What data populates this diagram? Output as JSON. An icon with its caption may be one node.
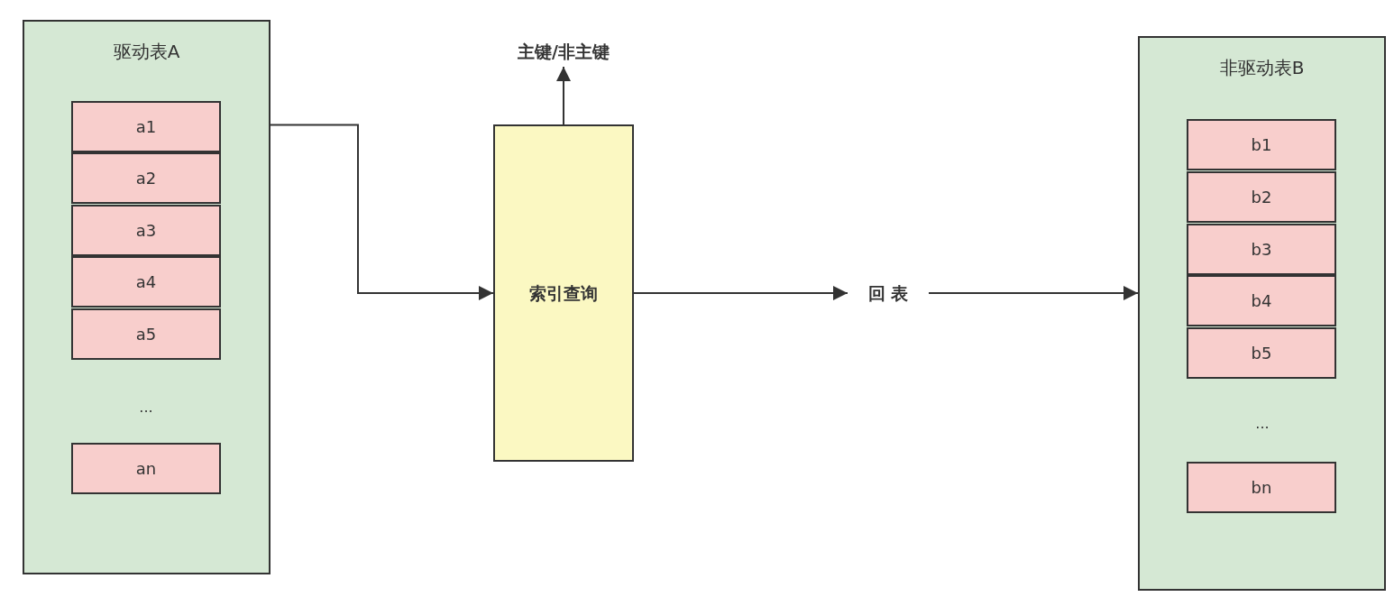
{
  "diagram": {
    "nodes": [
      {
        "text": [
          "驱动表A"
        ]
      },
      {
        "text": [
          "a1"
        ],
        "in": 0
      },
      {
        "text": [
          "a2"
        ],
        "in": 0
      },
      {
        "text": [
          "a3"
        ],
        "in": 0
      },
      {
        "text": [
          "a4"
        ],
        "in": 0
      },
      {
        "text": [
          "a5"
        ],
        "in": 0
      },
      {
        "text": [
          "an"
        ],
        "in": 0
      },
      {
        "text": [
          "索引查询"
        ]
      },
      {
        "text": [
          "主键/非主键"
        ]
      },
      {
        "text": [
          "回 表"
        ]
      },
      {
        "text": [
          "非驱动表B"
        ]
      },
      {
        "text": [
          "b1"
        ],
        "in": 10
      },
      {
        "text": [
          "b2"
        ],
        "in": 10
      },
      {
        "text": [
          "b3"
        ],
        "in": 10
      },
      {
        "text": [
          "b4"
        ],
        "in": 10
      },
      {
        "text": [
          "b5"
        ],
        "in": 10
      },
      {
        "text": [
          "bn"
        ],
        "in": 10
      }
    ],
    "edges": [
      {
        "from": 1,
        "to": 7,
        "arrow": "to"
      },
      {
        "from": 7,
        "to": 8,
        "arrow": "to"
      },
      {
        "from": 7,
        "to": 9,
        "arrow": "to"
      },
      {
        "from": 9,
        "to": 10,
        "arrow": "to"
      }
    ],
    "labels": [
      "...",
      "..."
    ]
  }
}
